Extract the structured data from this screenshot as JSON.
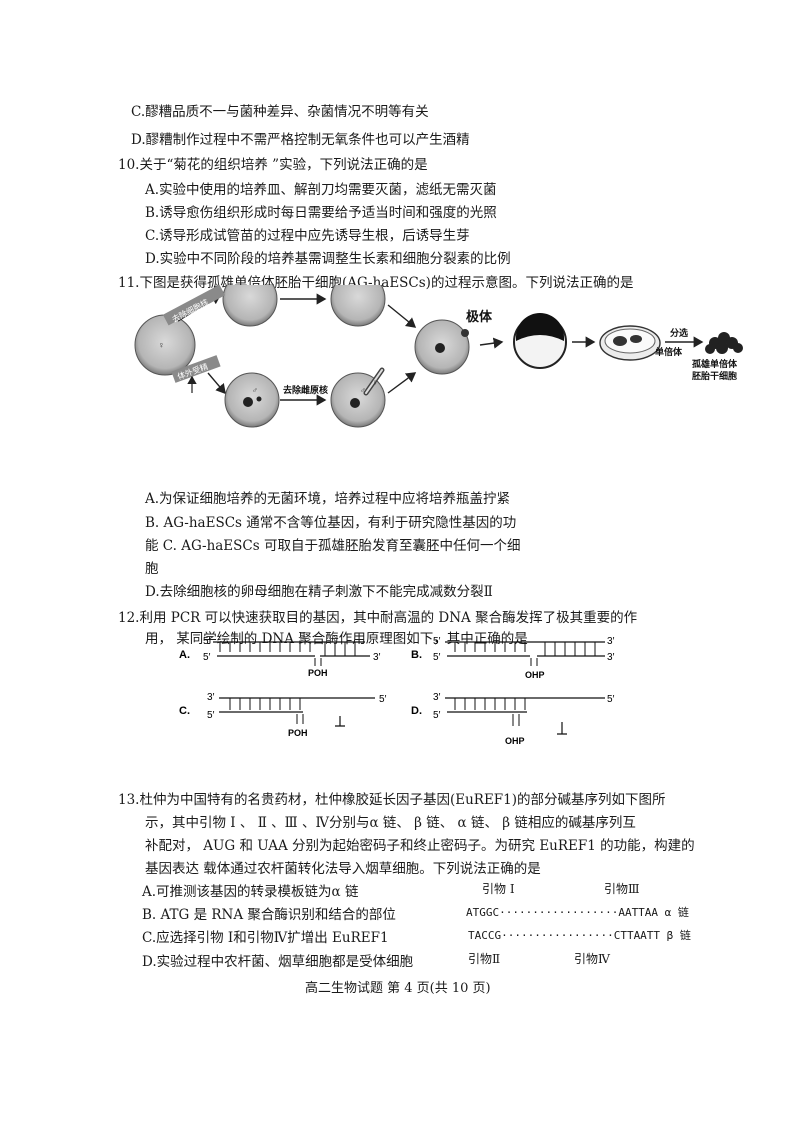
{
  "q9_tail": {
    "c": "C.醪糟品质不一与菌种差异、杂菌情况不明等有关",
    "d": "D.醪糟制作过程中不需严格控制无氧条件也可以产生酒精"
  },
  "q10": {
    "stem": "10.关于“菊花的组织培养 ”实验，下列说法正确的是",
    "a": "A.实验中使用的培养皿、解剖刀均需要灭菌，滤纸无需灭菌",
    "b": "B.诱导愈伤组织形成时每日需要给予适当时间和强度的光照",
    "c": "C.诱导形成试管苗的过程中应先诱导生根，后诱导生芽",
    "d": "D.实验中不同阶段的培养基需调整生长素和细胞分裂素的比例"
  },
  "q11": {
    "stem": "11.下图是获得孤雄单倍体胚胎干细胞(AG-haESCs)的过程示意图。下列说法正确的是",
    "figure": {
      "label_remove_nucleus": "去除细胞核",
      "label_ivf": "体外受精",
      "label_remove_female_pronucleus": "去除雌原核",
      "label_polar_body": "极体",
      "label_sort": "分选",
      "label_haploid": "单倍体",
      "label_result_1": "孤雄单倍体",
      "label_result_2": "胚胎干细胞",
      "symbol_female": "♀",
      "symbol_male": "♂"
    },
    "a": "A.为保证细胞培养的无菌环境，培养过程中应将培养瓶盖拧紧",
    "b": "B.  AG-haESCs 通常不含等位基因，有利于研究隐性基因的功",
    "b2": "能 C.  AG-haESCs 可取自于孤雄胚胎发育至囊胚中任何一个细",
    "b3": "胞",
    "d": "D.去除细胞核的卵母细胞在精子刺激下不能完成减数分裂Ⅱ"
  },
  "q12": {
    "stem1": "12.利用 PCR 可以快速获取目的基因，其中耐高温的 DNA 聚合酶发挥了极其重要的作",
    "stem2": "用，  某同学绘制的 DNA 聚合酶作用原理图如下，其中正确的是",
    "figure": {
      "a": "A.",
      "b": "B.",
      "c": "C.",
      "d": "D.",
      "five": "5′",
      "three": "3′",
      "poh": "POH",
      "ohp": "OHP"
    }
  },
  "q13": {
    "line1": "13.杜仲为中国特有的名贵药材，杜仲橡胶延长因子基因(EuREF1)的部分碱基序列如下图所",
    "line2": "示，其中引物  Ⅰ  、  Ⅱ  、Ⅲ  、Ⅳ分别与α 链、  β 链、  α 链、  β 链相应的碱基序列互",
    "line3": "补配对，  AUG  和  UAA  分别为起始密码子和终止密码子。为研究  EuREF1  的功能，构建的",
    "line4": "基因表达    载体通过农杆菌转化法导入烟草细胞。下列说法正确的是",
    "a": "A.可推测该基因的转录模板链为α 链",
    "b": "B.  ATG  是  RNA  聚合酶识别和结合的部位",
    "c": "C.应选择引物  Ⅰ和引物Ⅳ扩增出 EuREF1",
    "d": "D.实验过程中农杆菌、烟草细胞都是受体细胞",
    "primer1": "引物 Ⅰ",
    "primer3": "引物Ⅲ",
    "seq_alpha": "ATGGC··················AATTAA   α 链",
    "seq_beta": "TACCG·················CTTAATT   β 链",
    "primer2": "引物Ⅱ",
    "primer4": "引物Ⅳ"
  },
  "footer": "高二生物试题  第 4  页(共 10  页)"
}
